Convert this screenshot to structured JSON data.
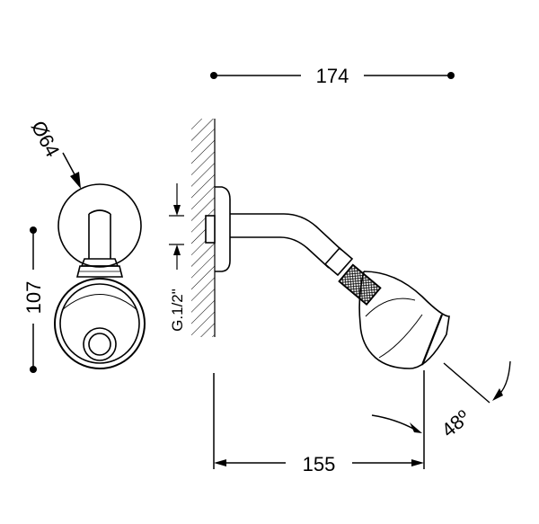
{
  "drawing": {
    "dimension_labels": {
      "overall_length": "174",
      "wall_to_head": "155",
      "flange_diameter": "Ø64",
      "total_height": "107",
      "thread_size": "G.1/2\"",
      "tilt_angle": "48º"
    },
    "colors": {
      "line": "#000000",
      "background": "#ffffff"
    }
  }
}
